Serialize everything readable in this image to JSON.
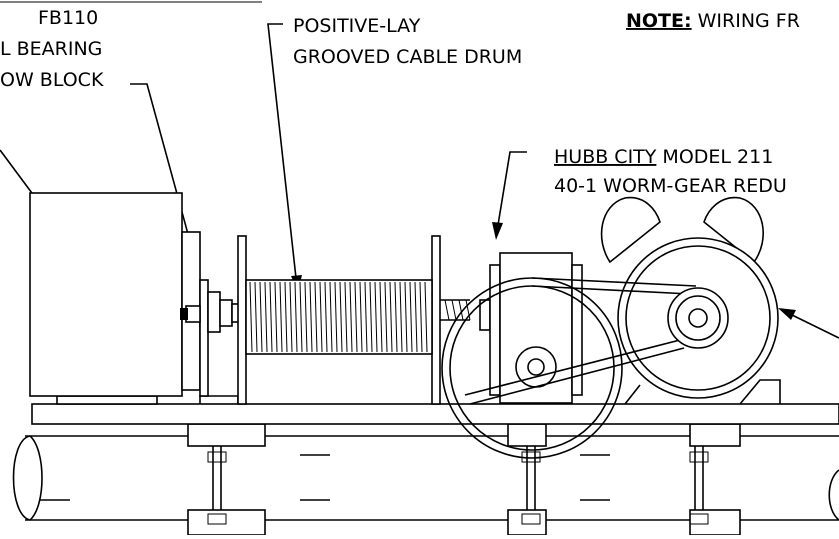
{
  "labels": {
    "pillow_block": {
      "line1": "FB110",
      "line2": "L BEARING",
      "line3": "OW BLOCK"
    },
    "drum": {
      "line1": "POSITIVE-LAY",
      "line2": "GROOVED CABLE DRUM"
    },
    "reducer": {
      "brand": "HUBB CITY",
      "model": " MODEL 211",
      "line2": "40-1 WORM-GEAR REDU"
    },
    "note": {
      "head": "NOTE:",
      "text": " WIRING FR"
    }
  },
  "colors": {
    "line": "#000000",
    "background": "#ffffff"
  }
}
